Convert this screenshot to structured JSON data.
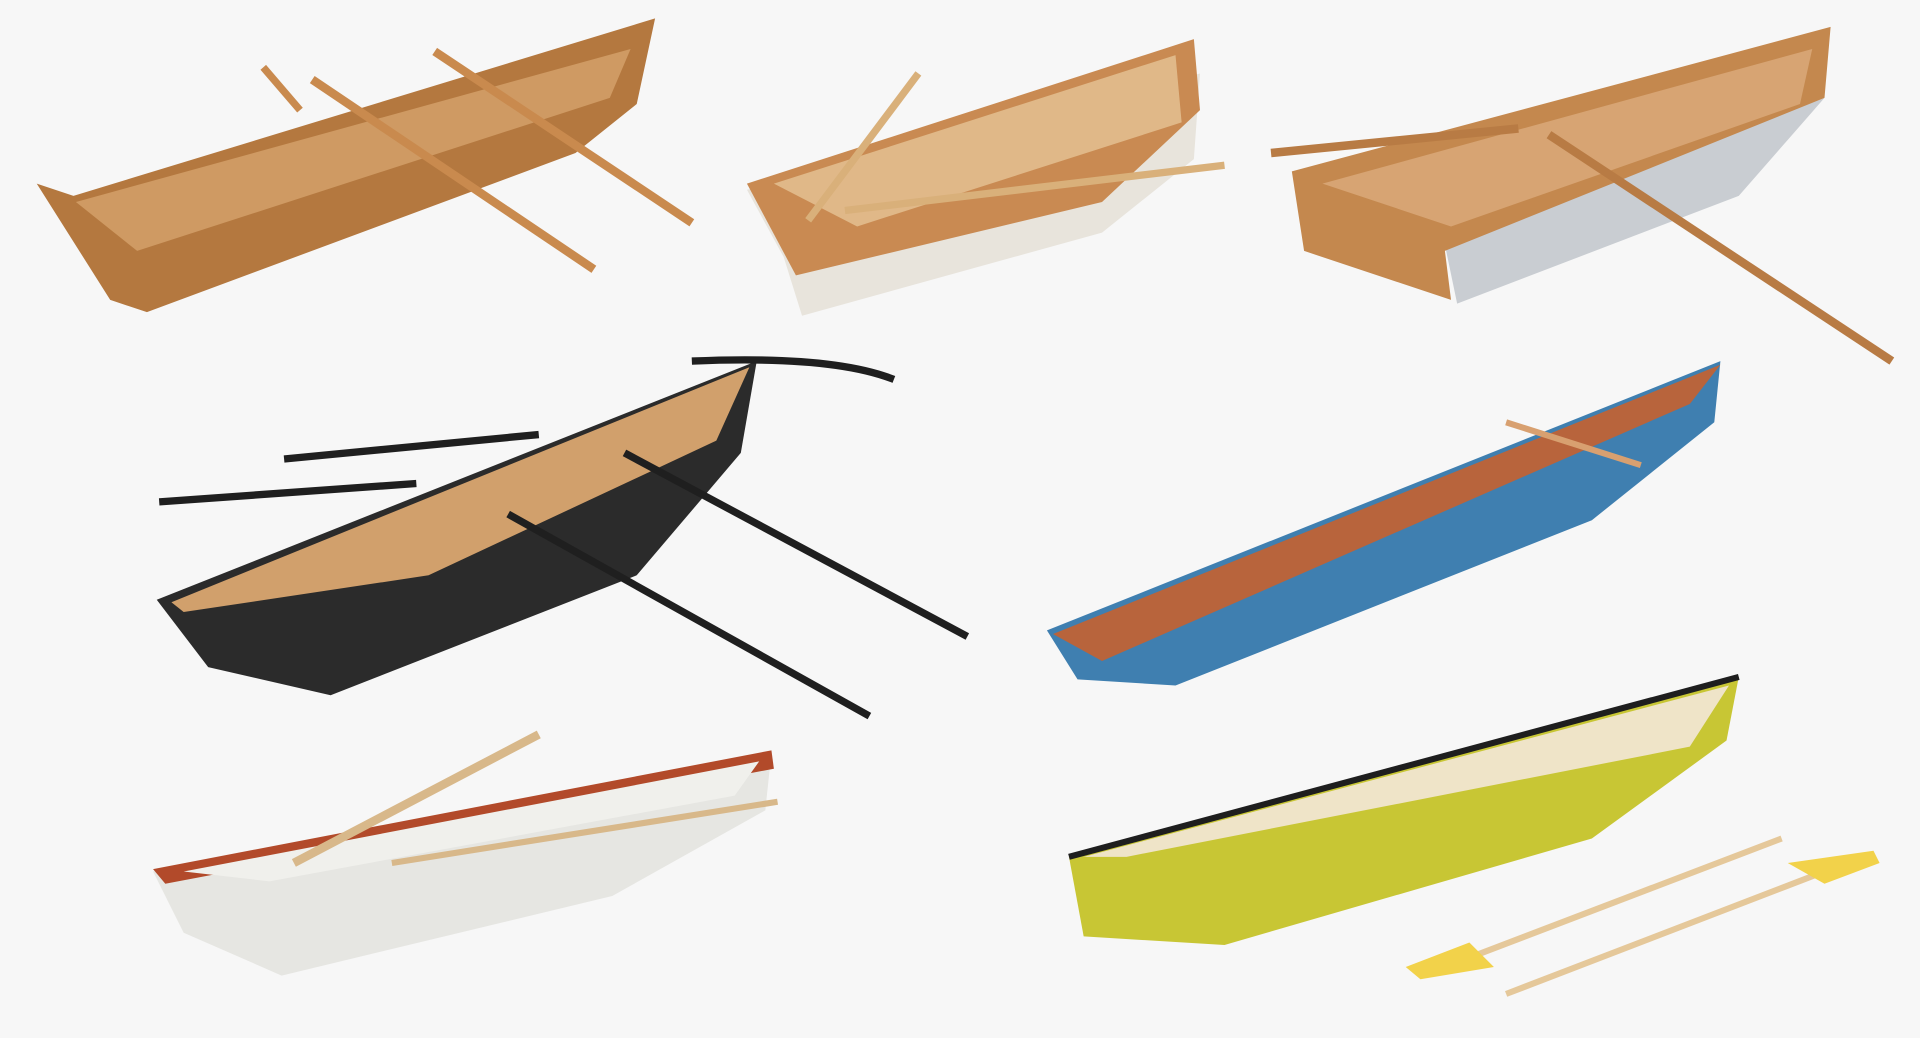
{
  "background": "#f7f7f7",
  "boats": [
    {
      "id": "wooden-rowboat-oars",
      "hull_color": "#b4783f",
      "interior_color": "#cf9a63",
      "oar_color": "#c98a4e"
    },
    {
      "id": "varnished-dinghy",
      "hull_color": "#c98a52",
      "lower_hull_color": "#e8e4dc",
      "interior_color": "#e0b888",
      "oar_color": "#d9b07a"
    },
    {
      "id": "wooden-skiff-grey",
      "hull_color": "#c4884e",
      "lower_hull_color": "#c9cdd2",
      "interior_color": "#d7a473",
      "oar_color": "#b87b44"
    },
    {
      "id": "black-whaleboat",
      "hull_color": "#2b2b2b",
      "interior_color": "#d1a06c",
      "oar_color": "#1f1f1f"
    },
    {
      "id": "blue-racing-shell",
      "hull_color": "#3f7fb0",
      "interior_color": "#b8643c",
      "oar_color": "#d8a070"
    },
    {
      "id": "white-rowboat",
      "hull_color": "#e6e6e2",
      "rim_color": "#b24a2a",
      "interior_color": "#f0f0ec",
      "oar_color": "#d8b88a"
    },
    {
      "id": "yellow-canoe",
      "hull_color": "#c8c634",
      "rim_color": "#1e1e1e",
      "interior_color": "#efe4c8",
      "paddle_color": "#f2d24a"
    }
  ]
}
